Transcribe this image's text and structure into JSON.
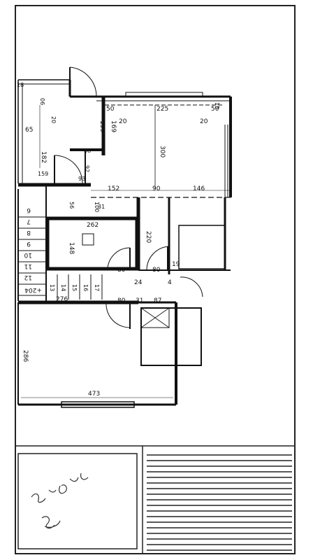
{
  "plan": {
    "top_dims": [
      "50",
      "225",
      "50"
    ],
    "room_corner_marks": [
      "20",
      "20"
    ],
    "top_right_small": "15",
    "upper_left_dims": [
      "18",
      "06",
      "20",
      "65",
      "159",
      "169",
      "182",
      "92",
      "159",
      "93",
      "68"
    ],
    "main_room_height": "300",
    "mid_row_dims": [
      "152",
      "90",
      "146"
    ],
    "mid_small_dims": [
      "100",
      "31",
      "56"
    ],
    "bath_dims": [
      "262",
      "148",
      "220"
    ],
    "stair_numbers": [
      "6",
      "7",
      "8",
      "9",
      "10",
      "11",
      "12"
    ],
    "elevation_tag": "+204",
    "lower_stair_numbers": [
      "13",
      "14",
      "15",
      "16",
      "17"
    ],
    "door_widths": [
      "80",
      "80",
      "24",
      "4",
      "19"
    ],
    "lower_dims": [
      "276",
      "80",
      "31",
      "87"
    ],
    "living_dims": [
      "286",
      "473"
    ]
  }
}
